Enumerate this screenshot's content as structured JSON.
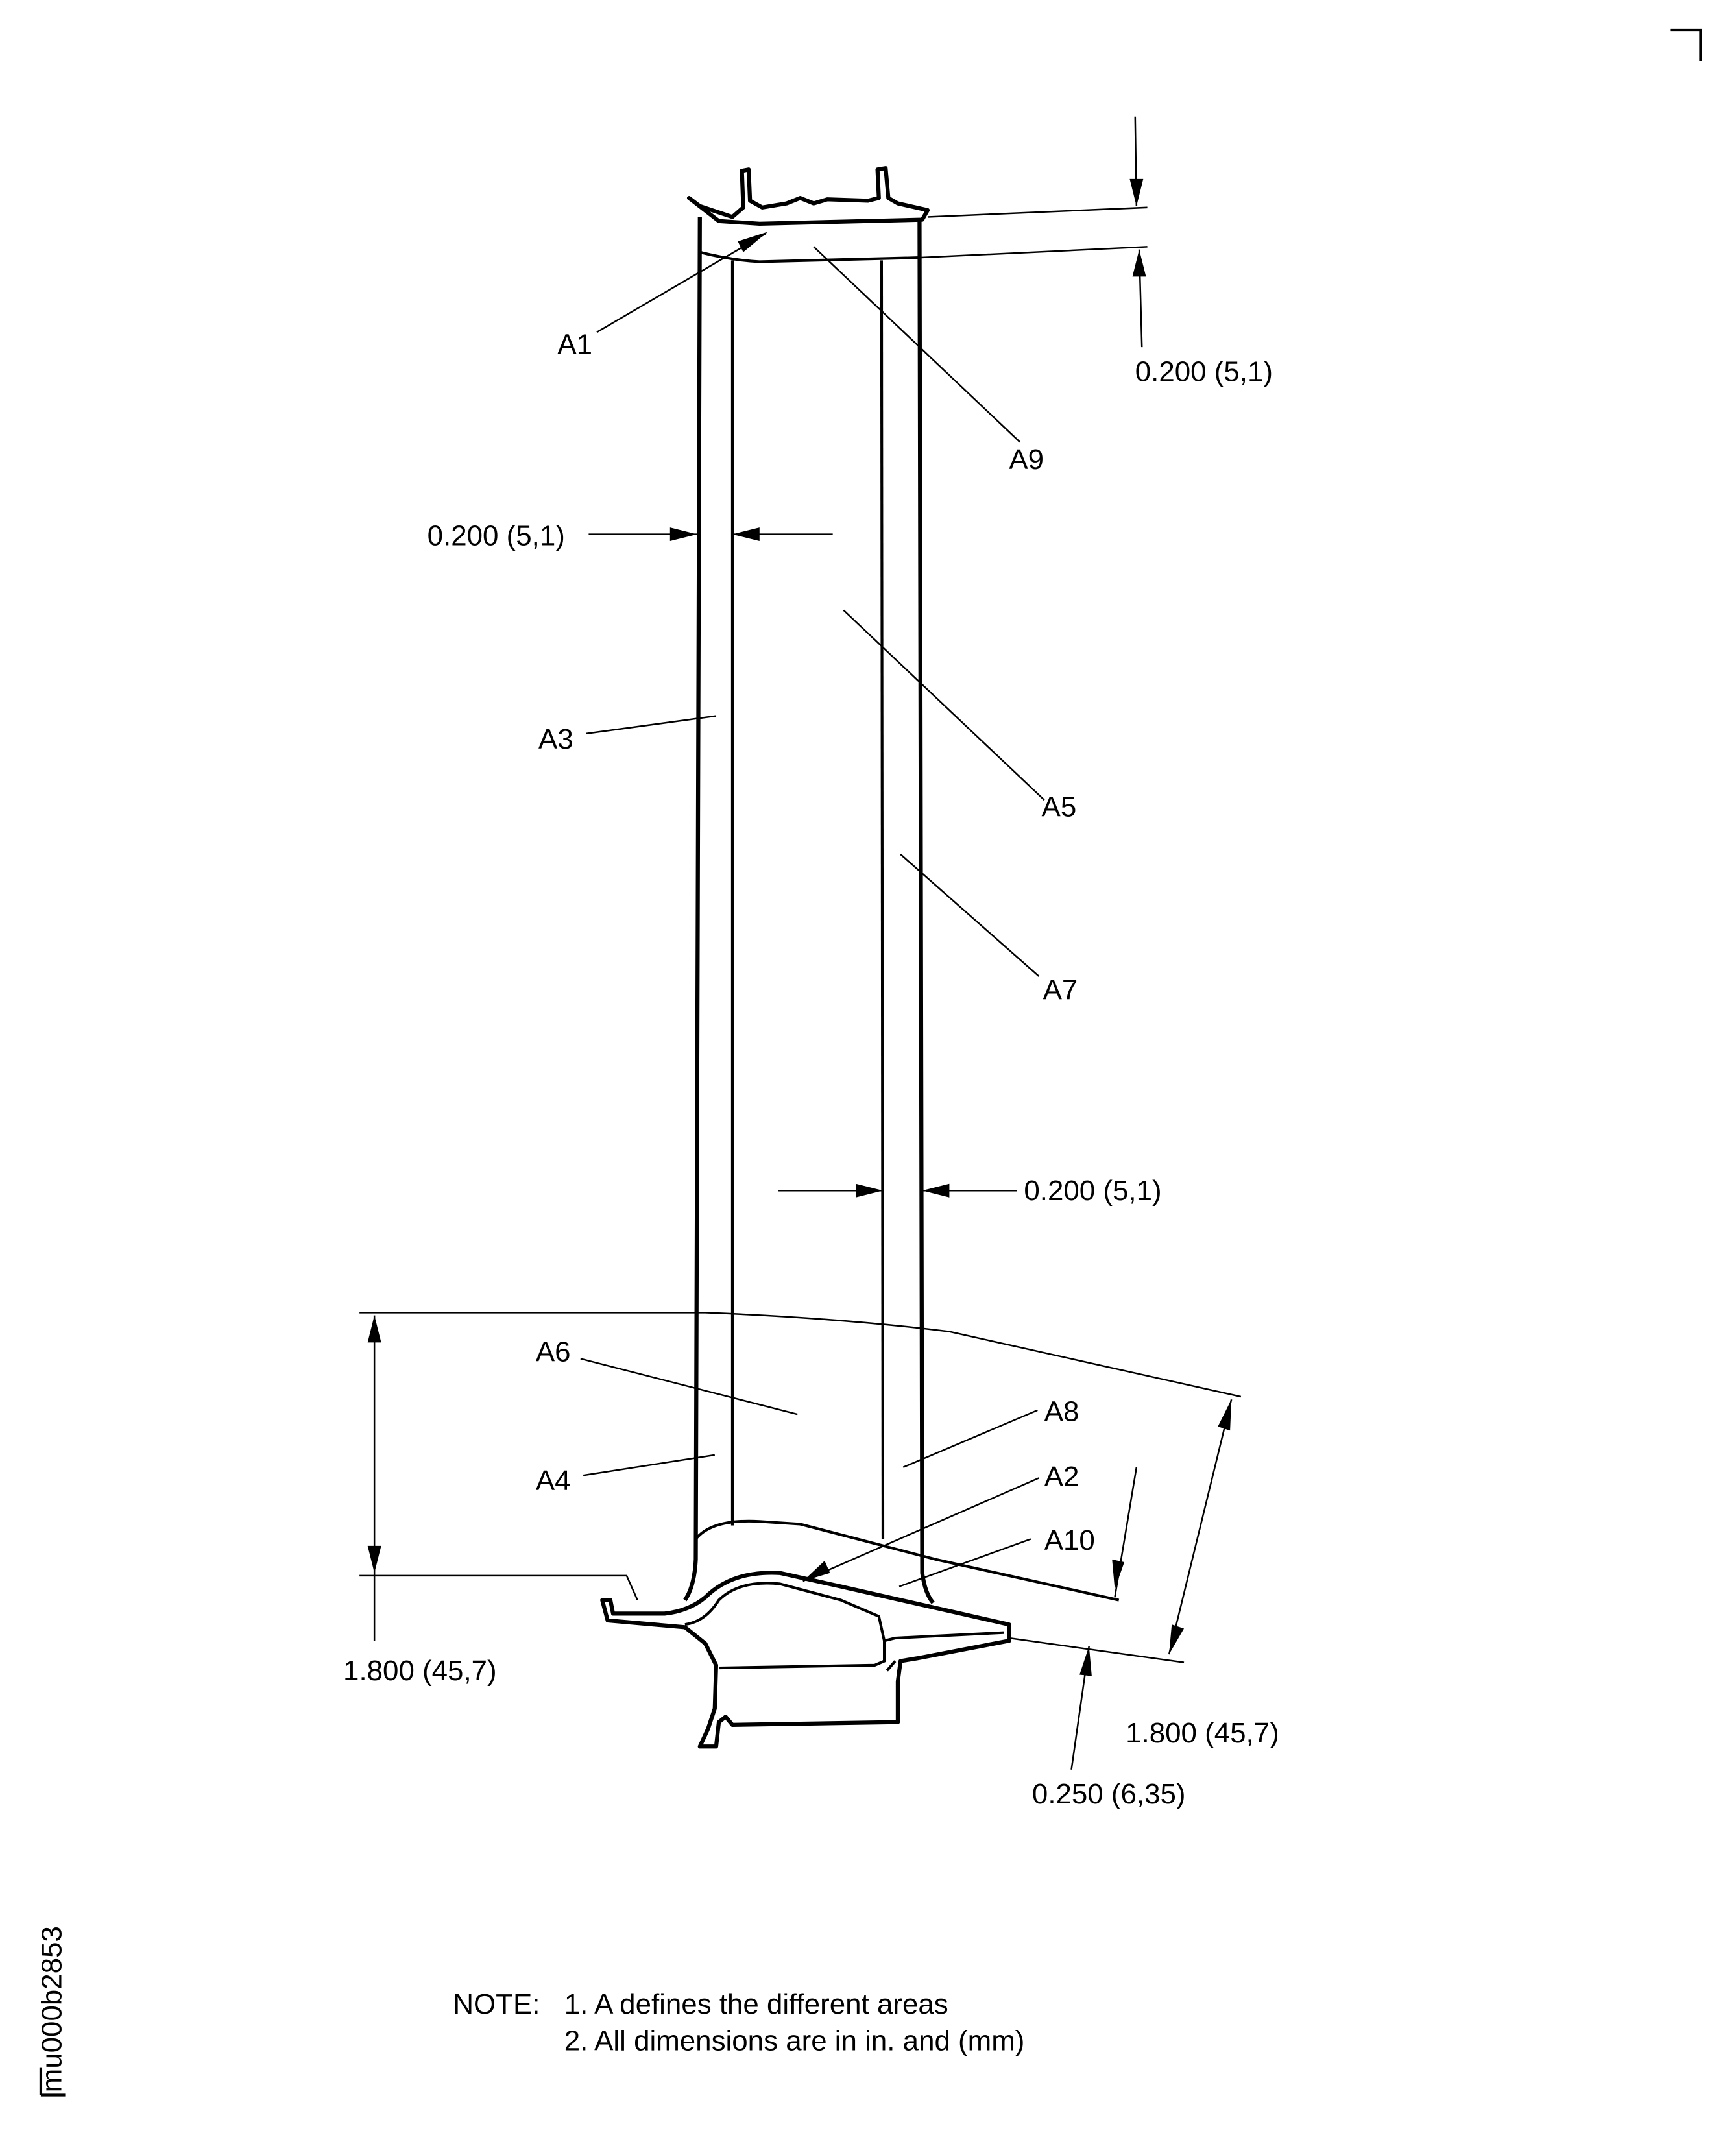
{
  "drawing_id": "mu000b2853",
  "area_labels": {
    "a1": "A1",
    "a2": "A2",
    "a3": "A3",
    "a4": "A4",
    "a5": "A5",
    "a6": "A6",
    "a7": "A7",
    "a8": "A8",
    "a9": "A9",
    "a10": "A10"
  },
  "dimensions": {
    "tip_band": "0.200 (5,1)",
    "leading_edge_band": "0.200 (5,1)",
    "trailing_edge_band": "0.200 (5,1)",
    "root_height_left": "1.800 (45,7)",
    "root_height_right": "1.800 (45,7)",
    "platform_band": "0.250 (6,35)"
  },
  "notes": {
    "heading": "NOTE:",
    "items": [
      "1. A defines the different areas",
      "2. All dimensions are in in. and (mm)"
    ]
  }
}
